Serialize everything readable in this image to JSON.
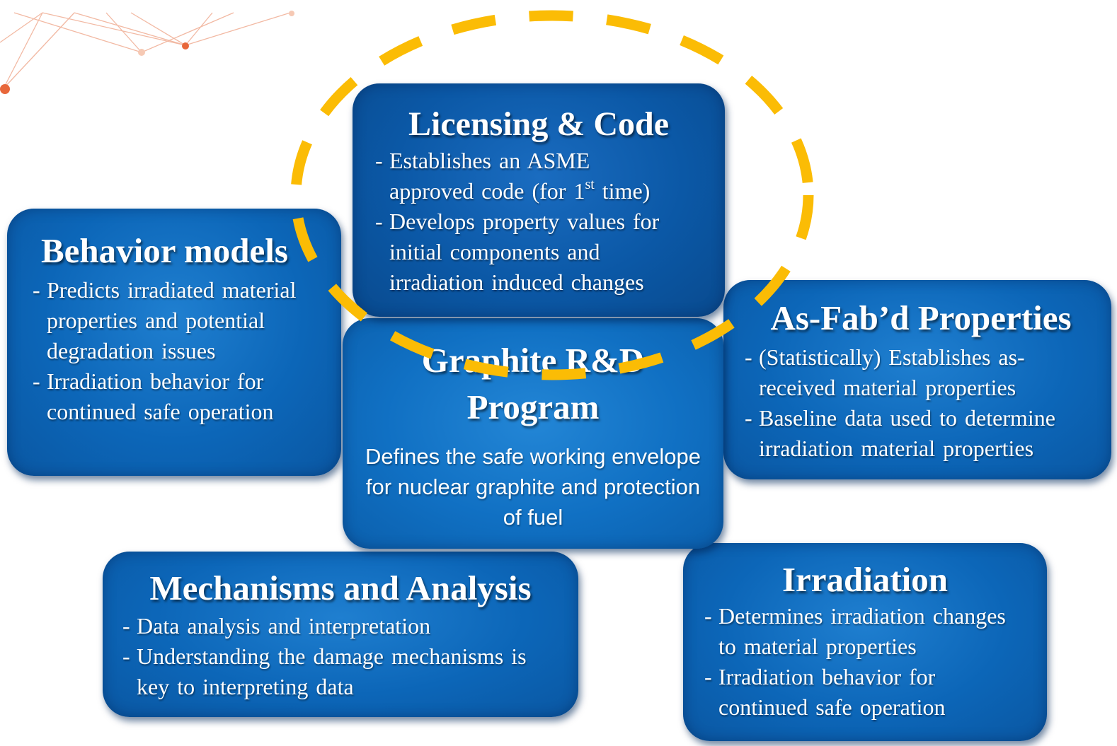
{
  "colors": {
    "box_blue": "#0c66b8",
    "dashed_highlight": "#fbbc05",
    "decor_accent": "#e8673a"
  },
  "licensing": {
    "title": "Licensing & Code",
    "bullet1_a": "Establishes an ASME",
    "bullet1_b": "approved code (for 1",
    "bullet1_sup": "st",
    "bullet1_c": " time)",
    "bullet2": "Develops property values for initial components and irradiation induced changes"
  },
  "behavior": {
    "title": "Behavior models",
    "bullets": [
      "Predicts irradiated material properties and potential degradation issues",
      "Irradiation behavior for continued safe operation"
    ]
  },
  "center": {
    "title_line1": "Graphite R&D",
    "title_line2": "Program",
    "description": "Defines the safe working envelope for nuclear graphite and protection of fuel"
  },
  "asfab": {
    "title": "As-Fab’d Properties",
    "bullets": [
      "(Statistically) Establishes as-received material properties",
      "Baseline data used to determine irradiation material properties"
    ]
  },
  "mechanisms": {
    "title": "Mechanisms and Analysis",
    "bullets": [
      "Data analysis and interpretation",
      "Understanding the damage mechanisms is key to interpreting data"
    ]
  },
  "irradiation": {
    "title": "Irradiation",
    "bullets": [
      "Determines irradiation changes to material properties",
      "Irradiation behavior for continued safe operation"
    ]
  }
}
